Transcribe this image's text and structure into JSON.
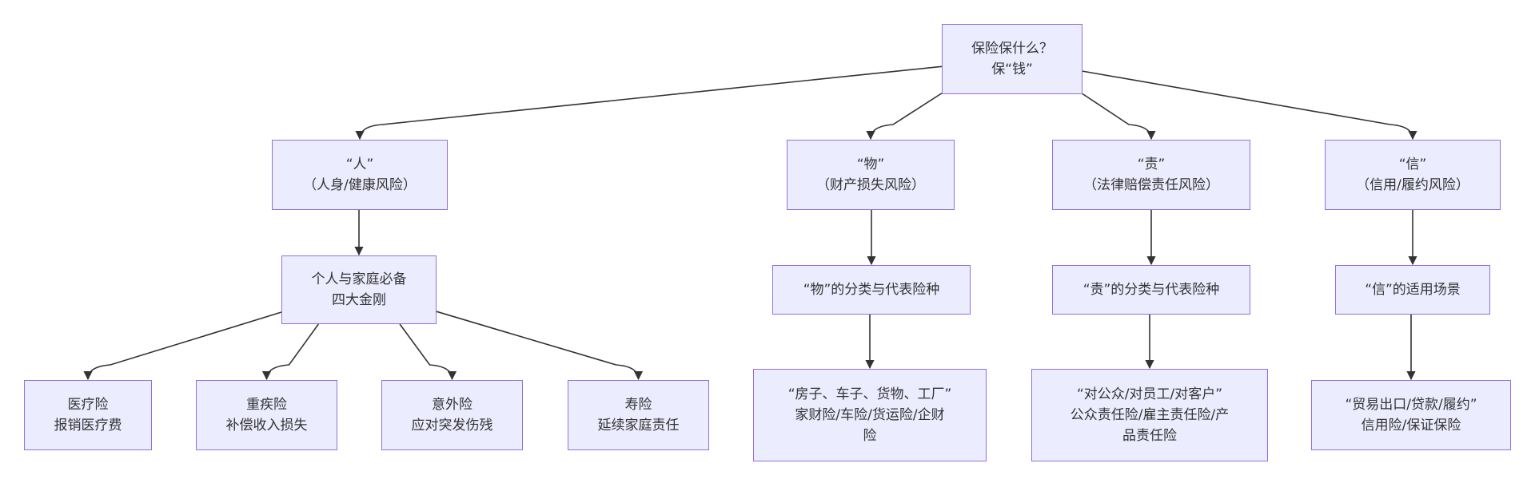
{
  "diagram": {
    "colors": {
      "node_fill": "#ececff",
      "node_border": "#9370db",
      "text": "#333333",
      "edge": "#333333"
    },
    "nodes": {
      "root": {
        "lines": [
          "保险保什么？",
          "保“钱”"
        ]
      },
      "person": {
        "lines": [
          "“人”",
          "（人身/健康风险）"
        ]
      },
      "property": {
        "lines": [
          "“物”",
          "（财产损失风险）"
        ]
      },
      "liability": {
        "lines": [
          "“责”",
          "（法律赔偿责任风险）"
        ]
      },
      "credit": {
        "lines": [
          "“信”",
          "（信用/履约风险）"
        ]
      },
      "family": {
        "lines": [
          "个人与家庭必备",
          "四大金刚"
        ]
      },
      "property_sub": {
        "lines": [
          "“物”的分类与代表险种"
        ]
      },
      "liability_sub": {
        "lines": [
          "“责”的分类与代表险种"
        ]
      },
      "credit_sub": {
        "lines": [
          "“信”的适用场景"
        ]
      },
      "medical": {
        "lines": [
          "医疗险",
          "报销医疗费"
        ]
      },
      "critical": {
        "lines": [
          "重疾险",
          "补偿收入损失"
        ]
      },
      "accident": {
        "lines": [
          "意外险",
          "应对突发伤残"
        ]
      },
      "life": {
        "lines": [
          "寿险",
          "延续家庭责任"
        ]
      },
      "property_types": {
        "lines": [
          "“房子、车子、货物、工厂”",
          "家财险/车险/货运险/企财",
          "险"
        ]
      },
      "liability_types": {
        "lines": [
          "“对公众/对员工/对客户”",
          "公众责任险/雇主责任险/产",
          "品责任险"
        ]
      },
      "credit_types": {
        "lines": [
          "“贸易出口/贷款/履约”",
          "信用险/保证保险"
        ]
      }
    },
    "edges": [
      [
        "root",
        "person"
      ],
      [
        "root",
        "property"
      ],
      [
        "root",
        "liability"
      ],
      [
        "root",
        "credit"
      ],
      [
        "person",
        "family"
      ],
      [
        "family",
        "medical"
      ],
      [
        "family",
        "critical"
      ],
      [
        "family",
        "accident"
      ],
      [
        "family",
        "life"
      ],
      [
        "property",
        "property_sub"
      ],
      [
        "property_sub",
        "property_types"
      ],
      [
        "liability",
        "liability_sub"
      ],
      [
        "liability_sub",
        "liability_types"
      ],
      [
        "credit",
        "credit_sub"
      ],
      [
        "credit_sub",
        "credit_types"
      ]
    ]
  }
}
